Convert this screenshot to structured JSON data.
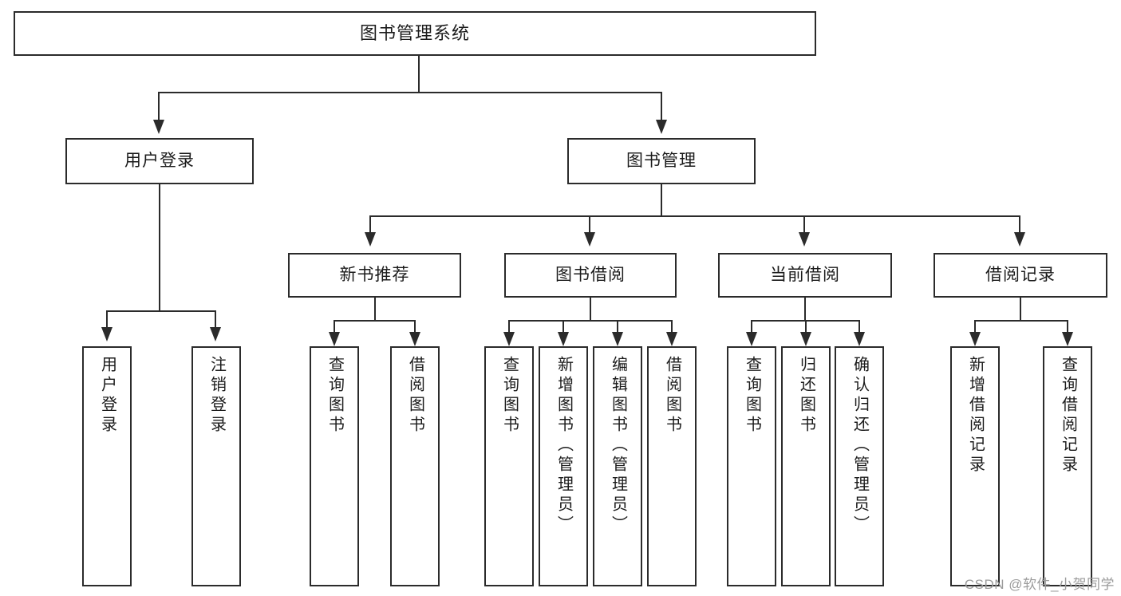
{
  "diagram": {
    "title": "图书管理系统",
    "type": "tree-hierarchy",
    "watermark": "CSDN @软件_小贺同学",
    "colors": {
      "stroke": "#2b2b2b",
      "fill": "#ffffff",
      "text": "#1b1b1b",
      "watermark": "#9b9b9b"
    },
    "root": {
      "label": "图书管理系统"
    },
    "level2": [
      {
        "label": "用户登录"
      },
      {
        "label": "图书管理"
      }
    ],
    "level3": [
      {
        "label": "新书推荐"
      },
      {
        "label": "图书借阅"
      },
      {
        "label": "当前借阅"
      },
      {
        "label": "借阅记录"
      }
    ],
    "leaves": {
      "user_login": [
        {
          "label": "用户登录"
        },
        {
          "label": "注销登录"
        }
      ],
      "new_book_recommend": [
        {
          "label": "查询图书"
        },
        {
          "label": "借阅图书"
        }
      ],
      "book_borrow": [
        {
          "label": "查询图书"
        },
        {
          "label": "新增图书（管理员）"
        },
        {
          "label": "编辑图书（管理员）"
        },
        {
          "label": "借阅图书"
        }
      ],
      "current_borrow": [
        {
          "label": "查询图书"
        },
        {
          "label": "归还图书"
        },
        {
          "label": "确认归还（管理员）"
        }
      ],
      "borrow_record": [
        {
          "label": "新增借阅记录"
        },
        {
          "label": "查询借阅记录"
        }
      ]
    }
  }
}
